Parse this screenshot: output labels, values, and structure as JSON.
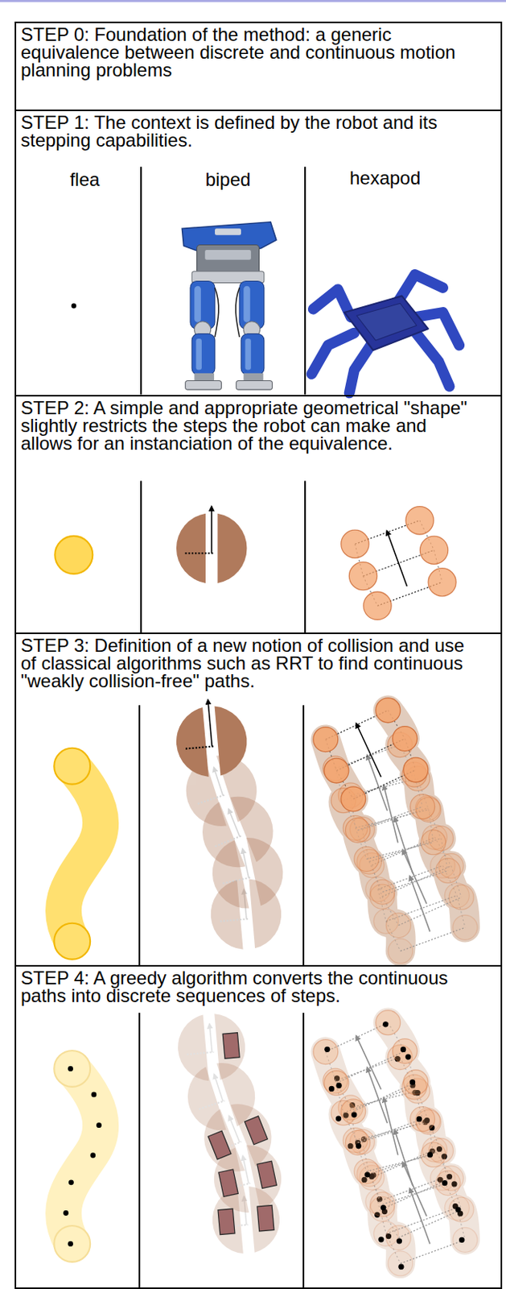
{
  "diagram": {
    "nodes": [
      {
        "text": [
          "STEP 0: Foundation of the method: a generic equivalence between discrete and continuous motion planning problems"
        ]
      },
      {
        "text": [
          "STEP 1: The context is defined by the robot and its stepping capabilities."
        ]
      },
      {
        "text": [
          "STEP 2: A simple and appropriate geometrical \"shape\" slightly restricts the steps the robot can make and allows for an instanciation of the equivalence."
        ]
      },
      {
        "text": [
          "STEP 3: Definition of a new notion of collision and use of classical algorithms such as RRT to find continuous \"weakly collision-free\" paths."
        ]
      },
      {
        "text": [
          "STEP 4: A greedy algorithm converts the continuous paths into discrete sequences of steps."
        ]
      }
    ],
    "labels": [
      "flea",
      "biped",
      "hexapod"
    ]
  }
}
